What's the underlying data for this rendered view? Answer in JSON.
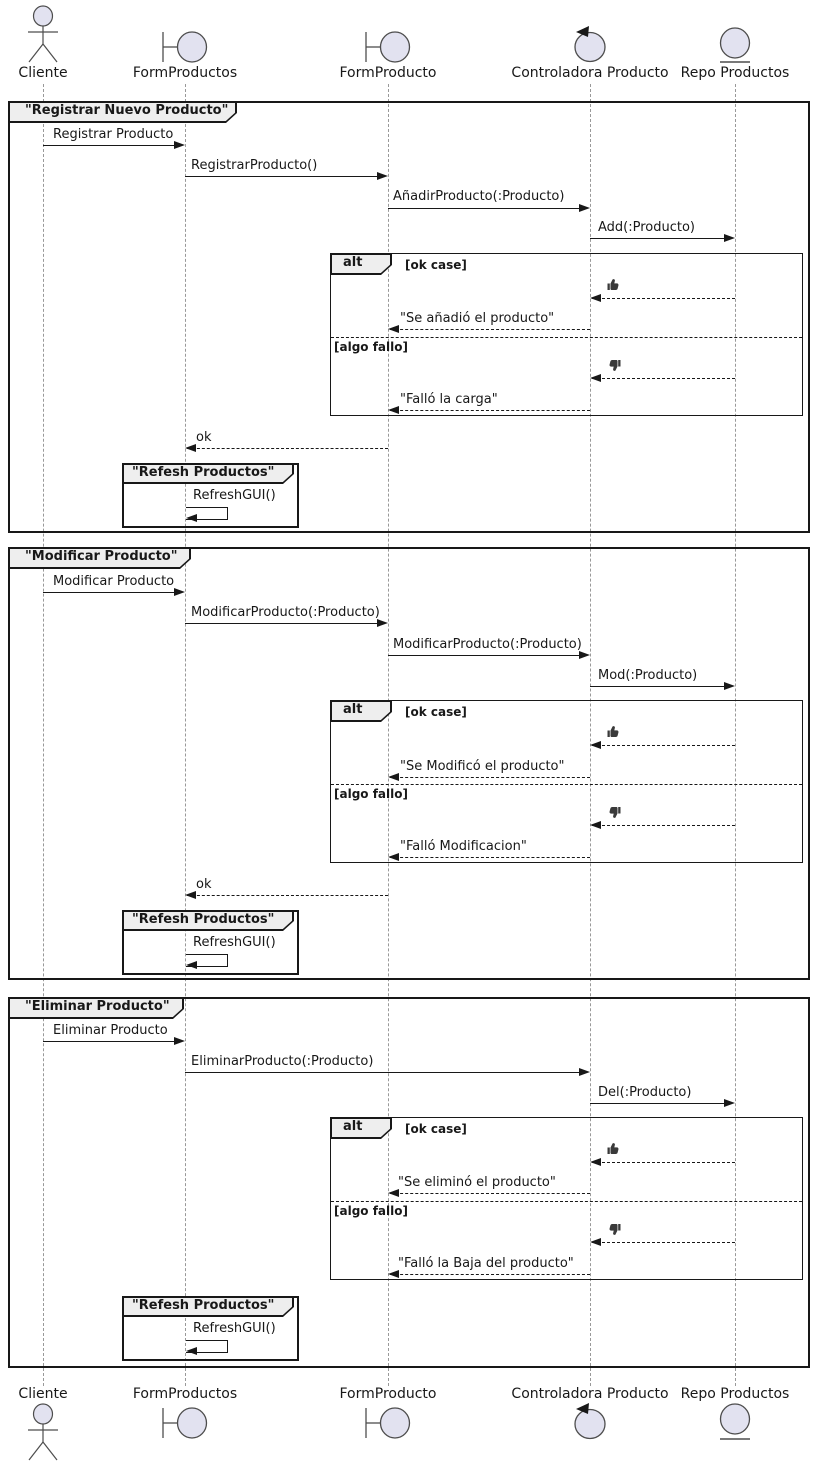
{
  "colors": {
    "participant_fill": "#E2E2F0",
    "stroke": "#181818",
    "frame_header_fill": "#EEEEEE",
    "lifeline": "#999999",
    "background": "#FFFFFF"
  },
  "participants": [
    {
      "label": "Cliente",
      "icon": "actor-icon"
    },
    {
      "label": "FormProductos",
      "icon": "boundary-icon"
    },
    {
      "label": "FormProducto",
      "icon": "boundary-icon"
    },
    {
      "label": "Controladora Producto",
      "icon": "control-icon"
    },
    {
      "label": "Repo Productos",
      "icon": "entity-icon"
    }
  ],
  "alt_icons": {
    "ok": "thumbs-up-icon",
    "fail": "thumbs-down-icon"
  },
  "frames": [
    {
      "title": "\"Registrar Nuevo Producto\"",
      "messages": [
        "Registrar Producto",
        "RegistrarProducto()",
        "AñadirProducto(:Producto)",
        "Add(:Producto)"
      ],
      "alt": {
        "operator": "alt",
        "ok_guard": "[ok case]",
        "ok_reply": "\"Se añadió el producto\"",
        "fail_guard": "[algo fallo]",
        "fail_reply": "\"Falló la carga\""
      },
      "return_text": "ok",
      "refresh": {
        "title": "\"Refesh Productos\"",
        "message": "RefreshGUI()"
      }
    },
    {
      "title": "\"Modificar Producto\"",
      "messages": [
        "Modificar Producto",
        "ModificarProducto(:Producto)",
        "ModificarProducto(:Producto)",
        "Mod(:Producto)"
      ],
      "alt": {
        "operator": "alt",
        "ok_guard": "[ok case]",
        "ok_reply": "\"Se Modificó el producto\"",
        "fail_guard": "[algo fallo]",
        "fail_reply": "\"Falló Modificacion\""
      },
      "return_text": "ok",
      "refresh": {
        "title": "\"Refesh Productos\"",
        "message": "RefreshGUI()"
      }
    },
    {
      "title": "\"Eliminar Producto\"",
      "messages": [
        "Eliminar Producto",
        "EliminarProducto(:Producto)",
        "Del(:Producto)"
      ],
      "alt": {
        "operator": "alt",
        "ok_guard": "[ok case]",
        "ok_reply": "\"Se eliminó el producto\"",
        "fail_guard": "[algo fallo]",
        "fail_reply": "\"Falló la Baja del producto\""
      },
      "refresh": {
        "title": "\"Refesh Productos\"",
        "message": "RefreshGUI()"
      }
    }
  ]
}
